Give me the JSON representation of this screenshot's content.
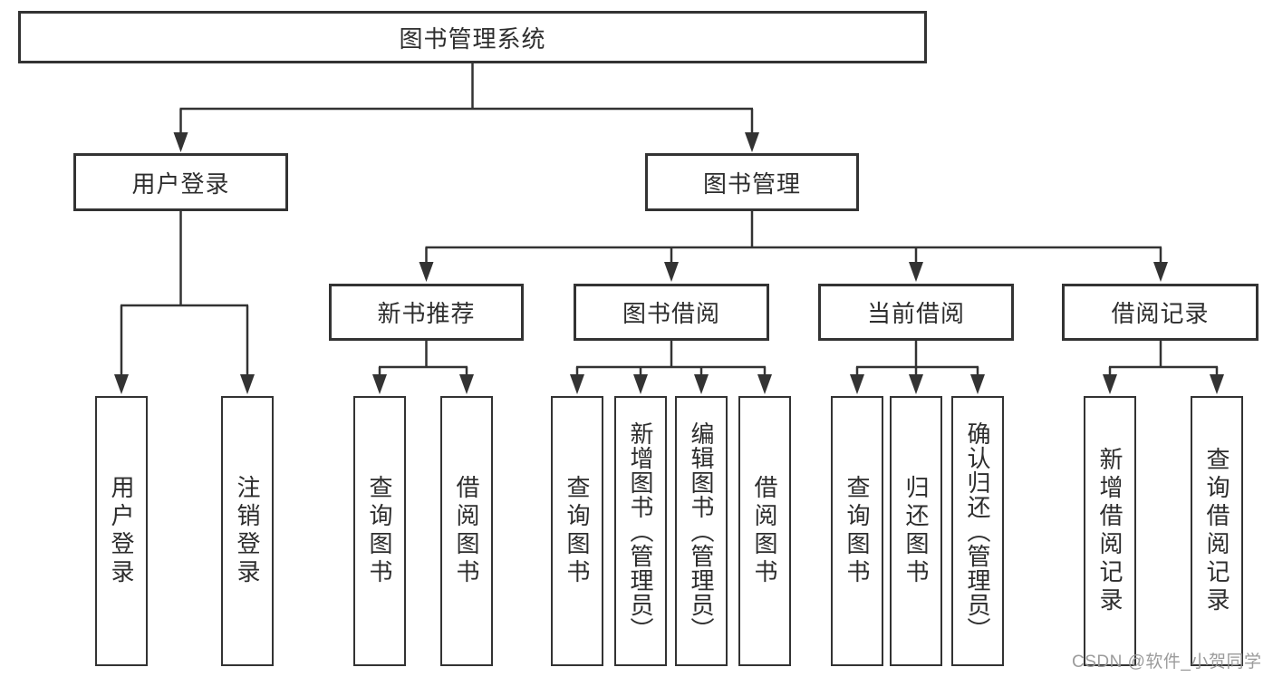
{
  "diagram": {
    "root": {
      "label": "图书管理系统"
    },
    "level2": [
      {
        "label": "用户登录"
      },
      {
        "label": "图书管理"
      }
    ],
    "level3": [
      {
        "label": "新书推荐",
        "parent": "图书管理"
      },
      {
        "label": "图书借阅",
        "parent": "图书管理"
      },
      {
        "label": "当前借阅",
        "parent": "图书管理"
      },
      {
        "label": "借阅记录",
        "parent": "图书管理"
      }
    ],
    "leaves": [
      {
        "label": "用户登录",
        "parent": "用户登录"
      },
      {
        "label": "注销登录",
        "parent": "用户登录"
      },
      {
        "label": "查询图书",
        "parent": "新书推荐"
      },
      {
        "label": "借阅图书",
        "parent": "新书推荐"
      },
      {
        "label": "查询图书",
        "parent": "图书借阅"
      },
      {
        "label": "新增图书（管理员）",
        "parent": "图书借阅"
      },
      {
        "label": "编辑图书（管理员）",
        "parent": "图书借阅"
      },
      {
        "label": "借阅图书",
        "parent": "图书借阅"
      },
      {
        "label": "查询图书",
        "parent": "当前借阅"
      },
      {
        "label": "归还图书",
        "parent": "当前借阅"
      },
      {
        "label": "确认归还（管理员）",
        "parent": "当前借阅"
      },
      {
        "label": "新增借阅记录",
        "parent": "借阅记录"
      },
      {
        "label": "查询借阅记录",
        "parent": "借阅记录"
      }
    ]
  },
  "watermark": {
    "text": "CSDN @软件_小贺同学"
  },
  "colors": {
    "background": "#ffffff",
    "box_fill": "#ffffff",
    "box_border": "#333333",
    "line": "#333333",
    "text": "#2d2d2d",
    "watermark": "#969696"
  }
}
